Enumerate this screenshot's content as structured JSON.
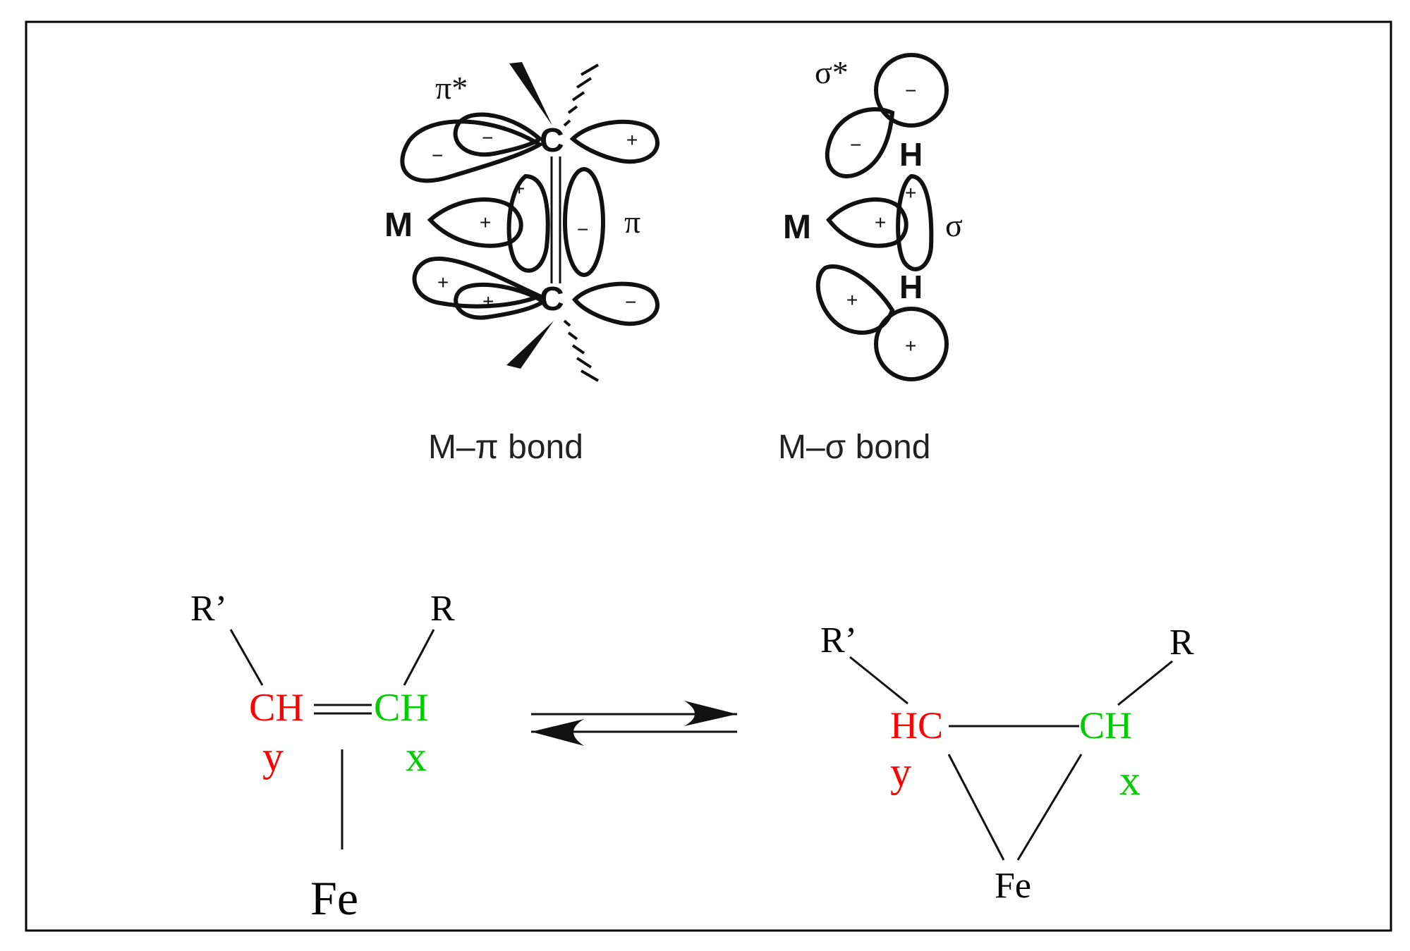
{
  "pi_bond": {
    "caption": "M–π bond",
    "pi_star_label": "π*",
    "pi_label": "π",
    "metal_label": "M",
    "carbon_label": "C",
    "signs": [
      "−",
      "−",
      "+",
      "+",
      "+",
      "−",
      "+",
      "+",
      "+",
      "−"
    ]
  },
  "sigma_bond": {
    "caption": "M–σ bond",
    "sigma_star_label": "σ*",
    "sigma_label": "σ",
    "metal_label": "M",
    "hydrogen_label": "H",
    "signs": [
      "−",
      "−",
      "+",
      "+",
      "+",
      "+"
    ]
  },
  "left_structure": {
    "r_prime": "R’",
    "r": "R",
    "ch_y": "CH",
    "ch_x": "CH",
    "y_label": "y",
    "x_label": "x",
    "fe": "Fe"
  },
  "right_structure": {
    "r_prime": "R’",
    "r": "R",
    "hc_y": "HC",
    "ch_x": "CH",
    "y_label": "y",
    "x_label": "x",
    "fe": "Fe"
  },
  "colors": {
    "y_red": "#ff0000",
    "x_green": "#00cc00",
    "ink": "#111111",
    "frame": "#000000"
  }
}
